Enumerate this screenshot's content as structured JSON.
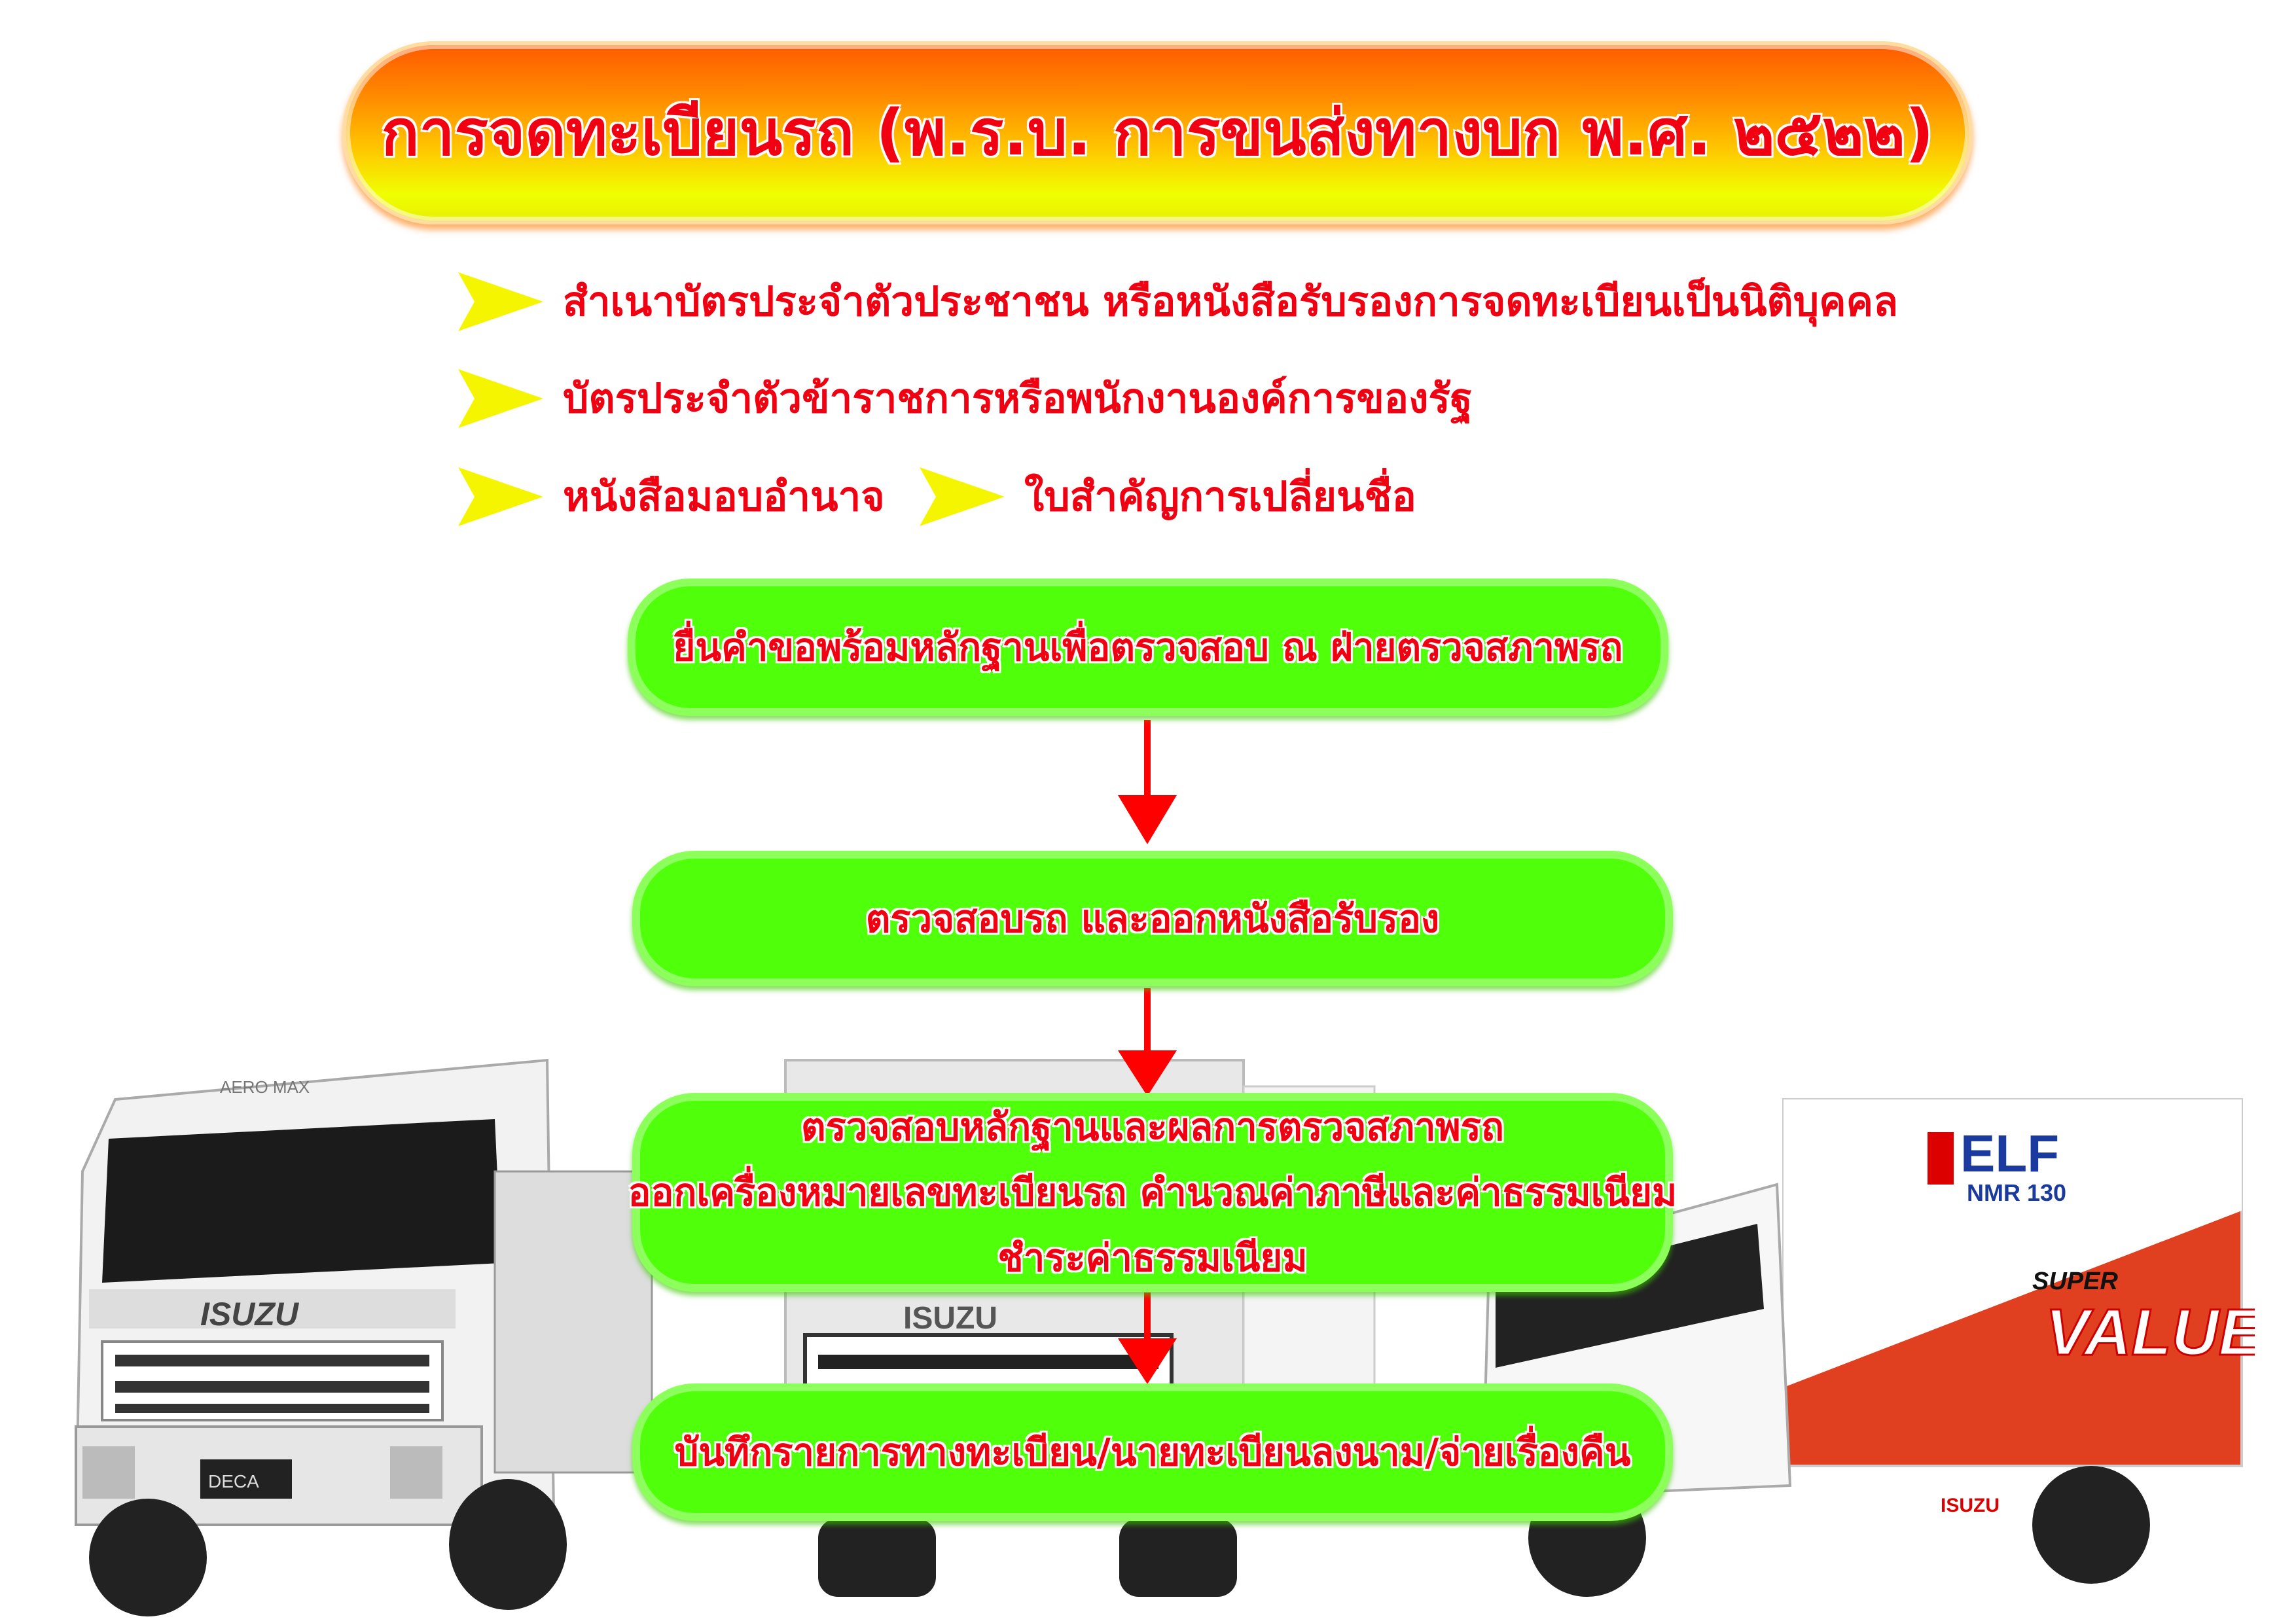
{
  "title": "การจดทะเบียนรถ (พ.ร.บ. การขนส่งทางบก พ.ศ. ๒๕๒๒)",
  "documents": [
    "สำเนาบัตรประจำตัวประชาชน หรือหนังสือรับรองการจดทะเบียนเป็นนิติบุคคล",
    "บัตรประจำตัวข้าราชการหรือพนักงานองค์การของรัฐ",
    "หนังสือมอบอำนาจ",
    "ใบสำคัญการเปลี่ยนชื่อ"
  ],
  "steps": [
    {
      "lines": [
        "ยื่นคำขอพร้อมหลักฐานเพื่อตรวจสอบ ณ ฝ่ายตรวจสภาพรถ"
      ]
    },
    {
      "lines": [
        "ตรวจสอบรถ และออกหนังสือรับรอง"
      ]
    },
    {
      "lines": [
        "ตรวจสอบหลักฐานและผลการตรวจสภาพรถ",
        "ออกเครื่องหมายเลขทะเบียนรถ คำนวณค่าภาษีและค่าธรรมเนียม",
        "ชำระค่าธรรมเนียม"
      ]
    },
    {
      "lines": [
        "บันทึกรายการทางทะเบียน/นายทะเบียนลงนาม/จ่ายเรื่องคืน"
      ]
    }
  ],
  "truck_labels": {
    "brand": "ISUZU",
    "left_model": "DECA",
    "left_roof": "AERO MAX",
    "right_model": "ELF",
    "right_sub": "NMR 130",
    "right_slogan_1": "SUPER",
    "right_slogan_2": "VALUE"
  },
  "colors": {
    "text": "#f00010",
    "step_fill": "#50ff0a",
    "arrow_bullet": "#f5f500",
    "flow_arrow": "#ff0000"
  }
}
